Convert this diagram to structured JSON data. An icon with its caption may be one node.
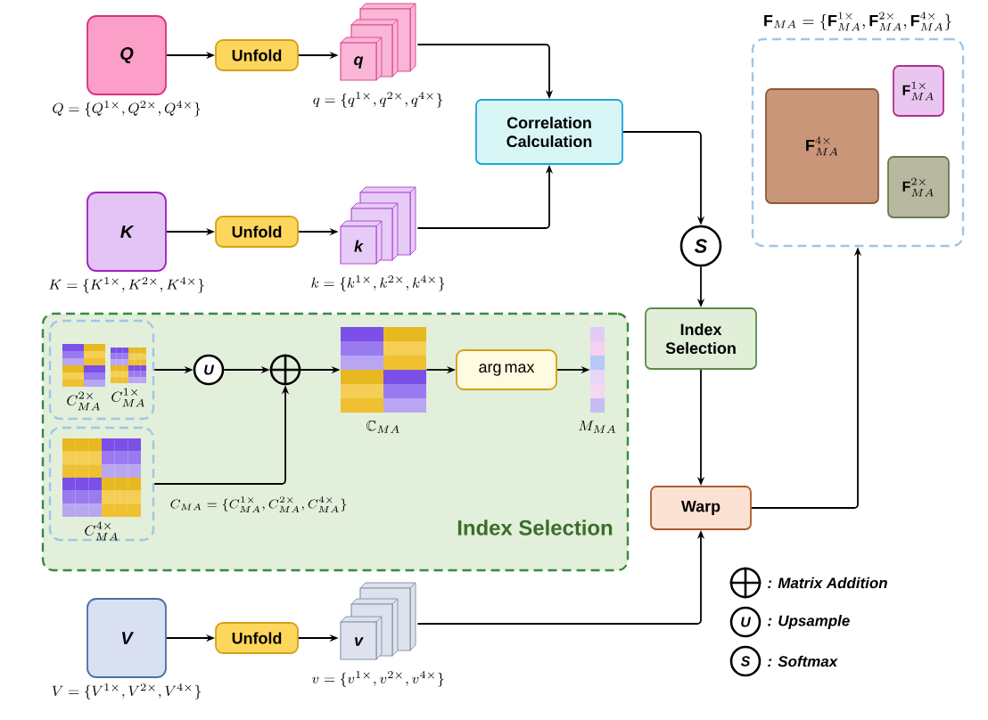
{
  "diagram": {
    "nodes": [
      {
        "text": [
          "Q"
        ],
        "beside": [
          "Q=\\{Q^{1\\times},Q^{2\\times},Q^{4\\times}\\}"
        ]
      },
      {
        "text": [
          "Unfold"
        ]
      },
      {
        "text": [
          "q"
        ],
        "beside": [
          "q=\\{q^{1\\times},q^{2\\times},q^{4\\times}\\}"
        ]
      },
      {
        "text": [
          "K"
        ],
        "beside": [
          "K=\\{K^{1\\times},K^{2\\times},K^{4\\times}\\}"
        ]
      },
      {
        "text": [
          "Unfold"
        ]
      },
      {
        "text": [
          "k"
        ],
        "beside": [
          "k=\\{k^{1\\times},k^{2\\times},k^{4\\times}\\}"
        ]
      },
      {
        "text": [
          "Correlation Calculation"
        ]
      },
      {
        "text": [
          "S"
        ]
      },
      {
        "text": [
          "Index Selection"
        ]
      },
      {
        "text": [
          "Warp"
        ]
      },
      {
        "text": [
          "V"
        ],
        "beside": [
          "V=\\{V^{1\\times},V^{2\\times},V^{4\\times}\\}"
        ]
      },
      {
        "text": [
          "Unfold"
        ]
      },
      {
        "text": [
          "v"
        ],
        "beside": [
          "v=\\{v^{1\\times},v^{2\\times},v^{4\\times}\\}"
        ]
      },
      {
        "text": [
          "\\mathbf{F}_{MA}=\\{\\mathbf{F}^{1\\times}_{MA},\\mathbf{F}^{2\\times}_{MA},\\mathbf{F}^{4\\times}_{MA}\\}"
        ]
      },
      {
        "text": [
          "\\mathbf{F}^{4\\times}_{MA}"
        ],
        "in": 13
      },
      {
        "text": [
          "\\mathbf{F}^{1\\times}_{MA}"
        ],
        "in": 13
      },
      {
        "text": [
          "\\mathbf{F}^{2\\times}_{MA}"
        ],
        "in": 13
      },
      {
        "text": [
          "Index Selection"
        ]
      },
      {
        "text": [],
        "shape": "box",
        "in": 17
      },
      {
        "text": [],
        "shape": "picture",
        "in": 18,
        "beside": [
          "C^{2\\times}_{MA}"
        ]
      },
      {
        "text": [],
        "shape": "picture",
        "in": 18,
        "beside": [
          "C^{1\\times}_{MA}"
        ]
      },
      {
        "text": [],
        "shape": "box",
        "in": 17
      },
      {
        "text": [],
        "shape": "picture",
        "in": 21,
        "beside": [
          "C^{4\\times}_{MA}"
        ]
      },
      {
        "text": [
          "U"
        ],
        "in": 17
      },
      {
        "text": [],
        "shape": "circle",
        "in": 17
      },
      {
        "text": [],
        "shape": "picture",
        "in": 17,
        "beside": [
          "\\mathbb{C}_{MA}"
        ]
      },
      {
        "text": [
          "\\arg\\max"
        ],
        "in": 17
      },
      {
        "text": [],
        "shape": "picture",
        "in": 17,
        "beside": [
          "M_{MA}"
        ]
      }
    ],
    "edges": [
      {
        "from": 0,
        "to": 1,
        "arrow": "to"
      },
      {
        "from": 1,
        "to": 2,
        "arrow": "to"
      },
      {
        "from": 2,
        "to": 6,
        "arrow": "to"
      },
      {
        "from": 3,
        "to": 4,
        "arrow": "to"
      },
      {
        "from": 4,
        "to": 5,
        "arrow": "to"
      },
      {
        "from": 5,
        "to": 6,
        "arrow": "to"
      },
      {
        "from": 6,
        "to": 7,
        "arrow": "to"
      },
      {
        "from": 7,
        "to": 8,
        "arrow": "to"
      },
      {
        "from": 8,
        "to": 9,
        "arrow": "to"
      },
      {
        "from": 10,
        "to": 11,
        "arrow": "to"
      },
      {
        "from": 11,
        "to": 12,
        "arrow": "to"
      },
      {
        "from": 12,
        "to": 9,
        "arrow": "to"
      },
      {
        "from": 9,
        "to": 13,
        "arrow": "to"
      },
      {
        "from": 18,
        "to": 23,
        "arrow": "to"
      },
      {
        "from": 23,
        "to": 24,
        "arrow": "to"
      },
      {
        "from": 21,
        "to": 24,
        "arrow": "to"
      },
      {
        "from": 24,
        "to": 25,
        "arrow": "to"
      },
      {
        "from": 25,
        "to": 26,
        "arrow": "to"
      },
      {
        "from": 26,
        "to": 27,
        "arrow": "to"
      }
    ],
    "labels": [
      "C_{MA}=\\{C^{1\\times}_{MA},C^{2\\times}_{MA},C^{4\\times}_{MA}\\}",
      "U",
      "S"
    ],
    "legend": [
      {
        "text": ": Matrix Addition"
      },
      {
        "text": ": Upsample"
      },
      {
        "text": ": Softmax"
      }
    ]
  }
}
